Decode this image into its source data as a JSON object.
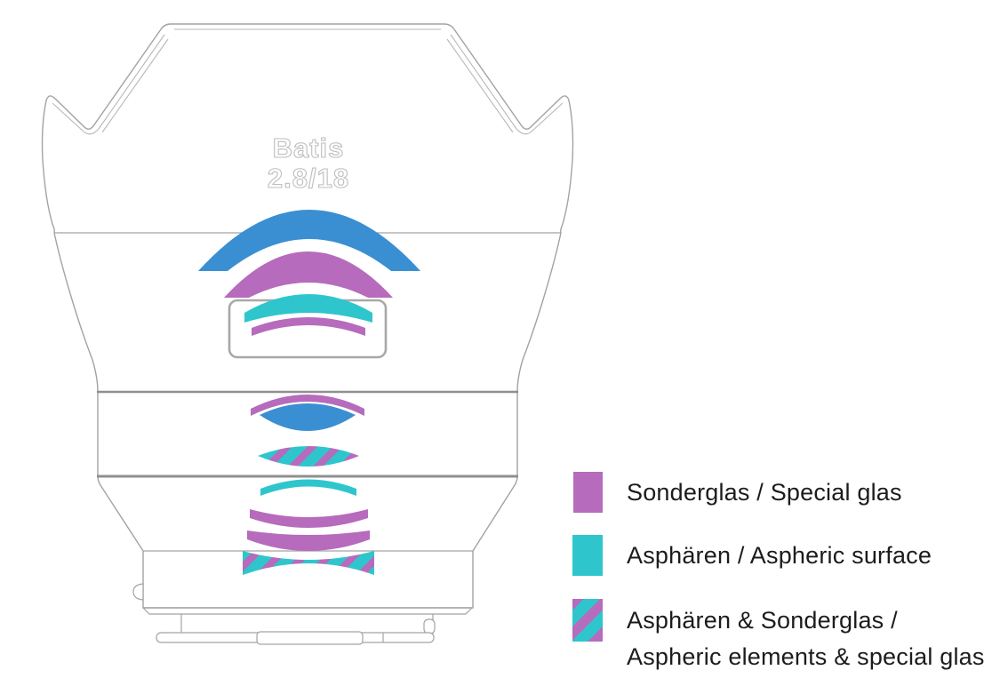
{
  "lens": {
    "label_line1": "Batis",
    "label_line2": "2.8/18",
    "elements": [
      {
        "index": 1,
        "group": "front",
        "color_key": "blue"
      },
      {
        "index": 2,
        "group": "front",
        "color_key": "purple"
      },
      {
        "index": 3,
        "group": "front",
        "color_key": "cyan"
      },
      {
        "index": 4,
        "group": "front",
        "color_key": "purple"
      },
      {
        "index": 5,
        "group": "middle",
        "color_key": "purple+blue"
      },
      {
        "index": 6,
        "group": "middle",
        "color_key": "striped"
      },
      {
        "index": 7,
        "group": "rear",
        "color_key": "cyan"
      },
      {
        "index": 8,
        "group": "rear",
        "color_key": "purple"
      },
      {
        "index": 9,
        "group": "rear",
        "color_key": "purple"
      },
      {
        "index": 10,
        "group": "rear",
        "color_key": "striped"
      }
    ]
  },
  "legend": {
    "items": [
      {
        "label": "Sonderglas / Special glas",
        "swatch": "purple"
      },
      {
        "label": "Asphären / Aspheric surface",
        "swatch": "cyan"
      },
      {
        "label": "Asphären & Sonderglas  /",
        "label_line2": "Aspheric elements & special glas",
        "swatch": "striped"
      }
    ]
  },
  "colors": {
    "purple": "#B66BBC",
    "cyan": "#2EC6CC",
    "blue": "#3A8FD2",
    "outline_gray": "#A3A3A3",
    "rim_gray": "#B8B8B8",
    "section_line_gray": "#8F8F8F",
    "box_gray": "#A8A8A8",
    "label_outline_gray": "#BDBDBD",
    "text": "#1C1C1C",
    "background": "#FFFFFF"
  }
}
